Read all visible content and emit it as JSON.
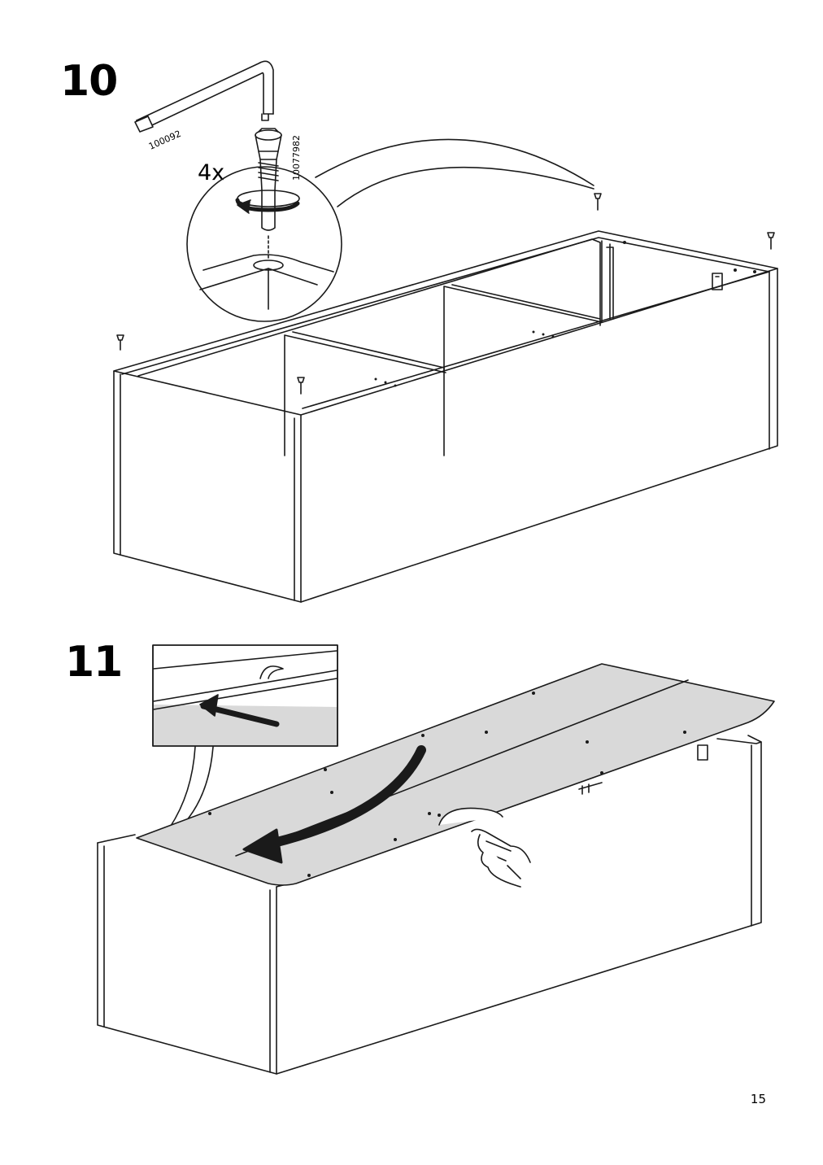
{
  "steps": [
    {
      "number": "10",
      "tool_code": "100092",
      "part_code": "10077982",
      "quantity": "4x"
    },
    {
      "number": "11"
    }
  ],
  "page_number": "15",
  "colors": {
    "line": "#1a1a1a",
    "panel_fill": "#d9d9d9",
    "background": "#ffffff"
  },
  "icons": [
    "allen-key-icon",
    "screw-icon",
    "rotate-arrow-icon",
    "push-arrow-icon",
    "hand-icon"
  ]
}
